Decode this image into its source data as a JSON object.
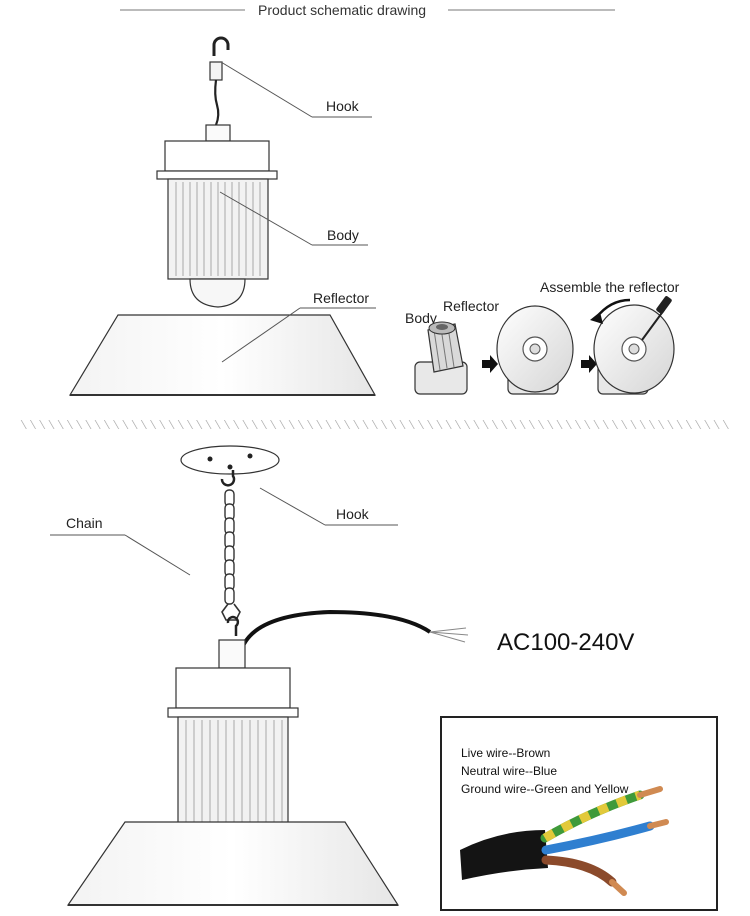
{
  "header": {
    "title": "Product schematic drawing"
  },
  "top_section": {
    "callouts": {
      "hook": "Hook",
      "body": "Body",
      "reflector": "Reflector"
    }
  },
  "assembly_steps": {
    "title": "Assemble the reflector",
    "body_label": "Body",
    "reflector_label": "Reflector"
  },
  "bottom_section": {
    "callouts": {
      "chain": "Chain",
      "hook": "Hook"
    },
    "voltage": "AC100-240V"
  },
  "wire_legend": {
    "live": "Live wire--Brown",
    "neutral": "Neutral wire--Blue",
    "ground": "Ground wire--Green and Yellow"
  },
  "colors": {
    "live_wire": "#8b4a2b",
    "neutral_wire": "#2f7fd0",
    "ground_wire_green": "#3f9a3a",
    "ground_wire_yellow": "#e2c93a",
    "cable_jacket": "#141414",
    "copper": "#d08a52"
  }
}
